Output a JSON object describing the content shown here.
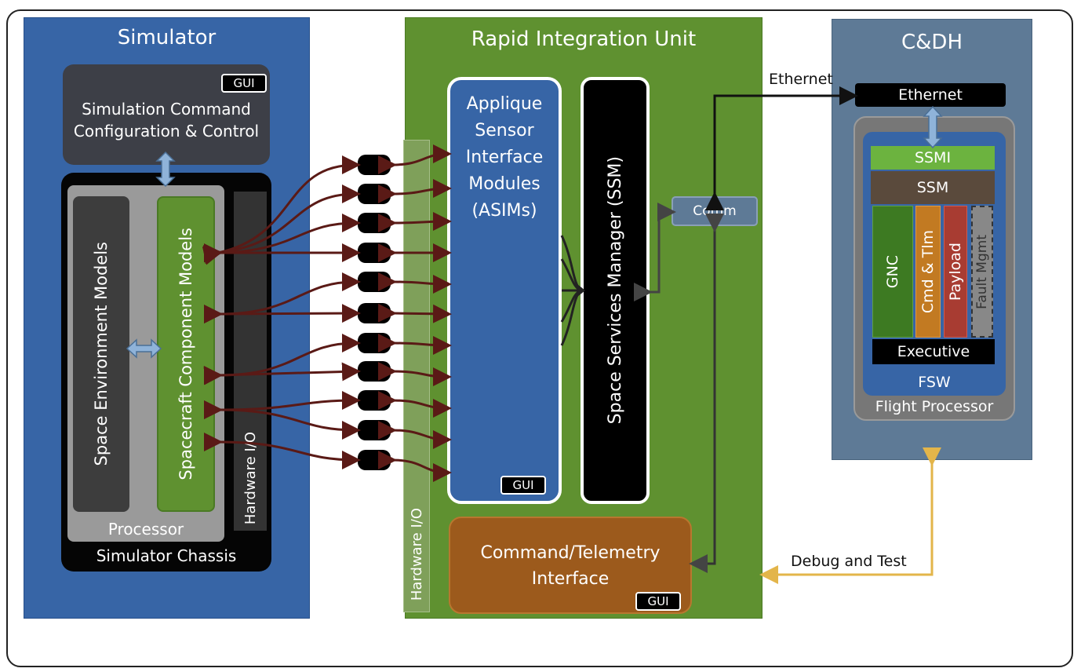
{
  "simulator": {
    "title": "Simulator",
    "command_box": {
      "line1": "Simulation Command",
      "line2": "Configuration & Control",
      "gui": "GUI"
    },
    "env_models": "Space Environment Models",
    "sc_models": "Spacecraft Component Models",
    "processor": "Processor",
    "hw_io": "Hardware  I/O",
    "chassis": "Simulator Chassis"
  },
  "riu": {
    "title": "Rapid Integration Unit",
    "hw_io": "Hardware  I/O",
    "asim": {
      "l1": "Applique",
      "l2": "Sensor",
      "l3": "Interface",
      "l4": "Modules",
      "l5": "(ASIMs)",
      "gui": "GUI"
    },
    "ssm": "Space Services Manager (SSM)",
    "comm": "Comm",
    "cmd_tlm": {
      "l1": "Command/Telemetry",
      "l2": "Interface",
      "gui": "GUI"
    }
  },
  "cdh": {
    "title": "C&DH",
    "ethernet_bar": "Ethernet",
    "ssmi": "SSMI",
    "ssm": "SSM",
    "apps": [
      "GNC",
      "Cmd & Tlm",
      "Payload",
      "Fault Mgmt"
    ],
    "executive": "Executive",
    "fsw": "FSW",
    "flight_processor": "Flight Processor"
  },
  "labels": {
    "ethernet": "Ethernet",
    "debug": "Debug and Test"
  },
  "colors": {
    "blue_panel": "#3765a6",
    "green_panel": "#5f9130",
    "slate_panel": "#5e7a96",
    "wire": "#5a1a16",
    "debug_arrow": "#e3b54a"
  }
}
